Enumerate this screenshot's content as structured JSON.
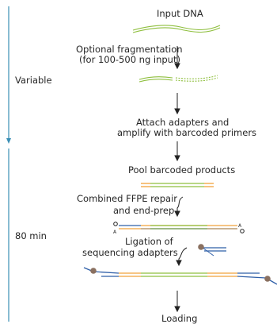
{
  "diagram": {
    "time_labels": {
      "variable": "Variable",
      "duration": "80 min"
    },
    "steps": {
      "input_dna": "Input DNA",
      "fragmentation_line1": "Optional fragmentation",
      "fragmentation_line2": "(for 100-500 ng input)",
      "attach_line1": "Attach adapters and",
      "attach_line2": "amplify with barcoded primers",
      "pool": "Pool barcoded products",
      "repair_line1": "Combined FFPE repair",
      "repair_line2": "and end-prep",
      "ligation_line1": "Ligation of",
      "ligation_line2": "sequencing adapters",
      "loading": "Loading"
    },
    "strand_end_labels": {
      "a_tail": "A"
    },
    "colors": {
      "timeline": "#3b8fb5",
      "dna_green": "#8fbf3f",
      "amplicon_orange": "#f0a23a",
      "adapter_blue": "#2f5fa8",
      "motor_protein": "#8a7060",
      "arrow": "#222222"
    }
  }
}
